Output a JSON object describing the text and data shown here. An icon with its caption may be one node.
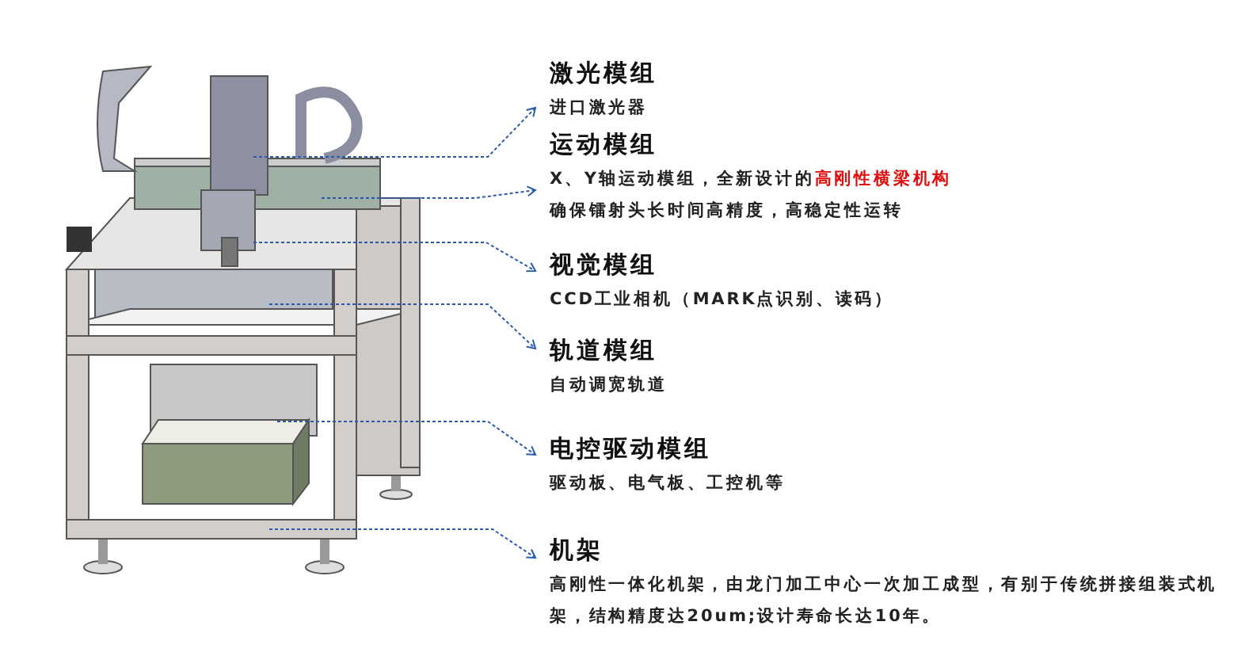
{
  "diagram": {
    "nodes": [
      {
        "text": [
          "激光模组",
          "进口激光器"
        ]
      },
      {
        "text": [
          "运动模组",
          "X、Y轴运动模组，全新设计的**高刚性横梁机构**确保镭射头长时间高精度，高稳定性运转"
        ]
      },
      {
        "text": [
          "视觉模组",
          "CCD工业相机（MARK点识别、读码）"
        ]
      },
      {
        "text": [
          "轨道模组",
          "自动调宽轨道"
        ]
      },
      {
        "text": [
          "电控驱动模组",
          "驱动板、电气板、工控机等"
        ]
      },
      {
        "text": [
          "机架",
          "高刚性一体化机架，由龙门加工中心一次加工成型，有别于传统拼接组装式机架，结构精度达20um;设计寿命长达10年。"
        ]
      }
    ],
    "edges": [
      {
        "from": null,
        "to": 0,
        "arrow": "to"
      },
      {
        "from": null,
        "to": 1,
        "arrow": "to"
      },
      {
        "from": null,
        "to": 2,
        "arrow": "to"
      },
      {
        "from": null,
        "to": 3,
        "arrow": "to"
      },
      {
        "from": null,
        "to": 4,
        "arrow": "to"
      },
      {
        "from": null,
        "to": 5,
        "arrow": "to"
      }
    ]
  }
}
